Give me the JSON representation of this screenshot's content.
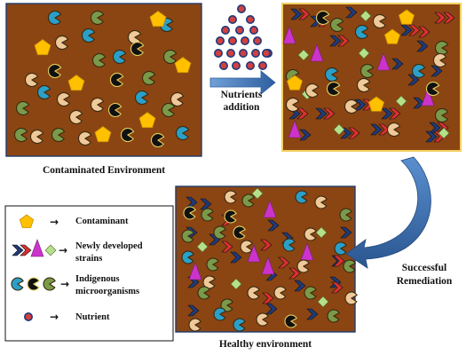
{
  "captions": {
    "contaminated": "Contaminated Environment",
    "nutrients": [
      "Nutrients",
      "addition"
    ],
    "remediation": [
      "Successful",
      "Remediation"
    ],
    "healthy": "Healthy environment"
  },
  "legend": {
    "contaminant": "Contaminant",
    "strains": [
      "Newly developed",
      "strains"
    ],
    "indigenous": [
      "Indigenous",
      "microorganisms"
    ],
    "nutrient": "Nutrient"
  },
  "colors": {
    "soil": "#8b4513",
    "panel_border": "#1f3d6e",
    "panel2_border": "#f0d060",
    "contaminant": "#ffc000",
    "microbe_green": "#7a9a4a",
    "microbe_blue": "#2aa0c8",
    "microbe_tan": "#efc999",
    "microbe_black": "#111111",
    "strain_chevron": "#1f3a7a",
    "strain_red": "#d93030",
    "strain_triangle": "#cc33cc",
    "strain_diamond": "#b4e08a",
    "nutrient_fill": "#d04040",
    "nutrient_ring": "#203a7a",
    "arrow": "#2e6aa8"
  }
}
